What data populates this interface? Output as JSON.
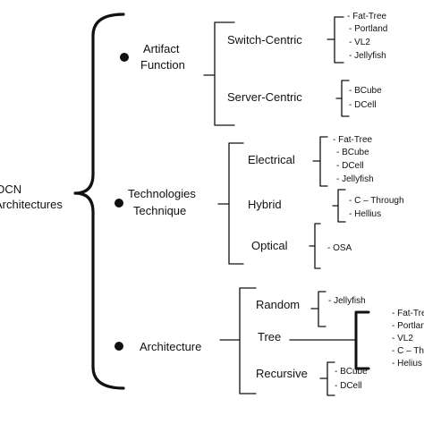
{
  "root": {
    "line1": "DCN",
    "line2": "Architectures"
  },
  "categories": [
    {
      "title": [
        "Artifact",
        "Function"
      ],
      "subs": [
        {
          "label": "Switch-Centric",
          "items": [
            "- Fat-Tree",
            "- Portland",
            "- VL2",
            "- Jellyfish"
          ]
        },
        {
          "label": "Server-Centric",
          "items": [
            "- BCube",
            "- DCell"
          ]
        }
      ]
    },
    {
      "title": [
        "Technologies",
        "Technique"
      ],
      "subs": [
        {
          "label": "Electrical",
          "items": [
            "- Fat-Tree",
            "- BCube",
            "- DCell",
            "- Jellyfish"
          ]
        },
        {
          "label": "Hybrid",
          "items": [
            "- C – Through",
            "- Hellius"
          ]
        },
        {
          "label": "Optical",
          "items": [
            "- OSA"
          ]
        }
      ]
    },
    {
      "title": [
        "Architecture"
      ],
      "subs": [
        {
          "label": "Random",
          "items": [
            "- Jellyfish"
          ]
        },
        {
          "label": "Tree",
          "items": [
            "- Fat-Tree",
            "- Portland",
            "- VL2",
            "- C – Through",
            "- Helius"
          ]
        },
        {
          "label": "Recursive",
          "items": [
            "- BCube",
            "- DCell"
          ]
        }
      ]
    }
  ]
}
